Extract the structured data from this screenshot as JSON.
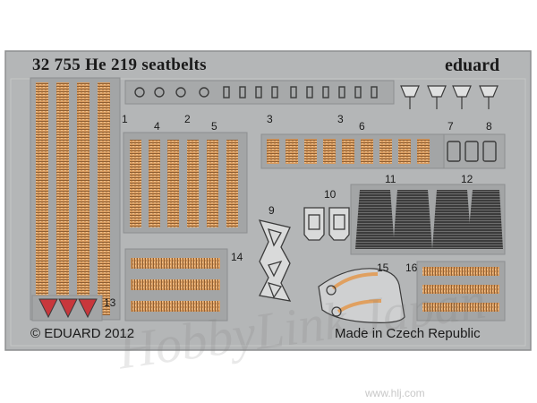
{
  "sheet": {
    "title": "32 755 He 219 seatbelts",
    "brand": "eduard",
    "copyright": "© EDUARD 2012",
    "origin": "Made in Czech Republic",
    "part_numbers": [
      "1",
      "2",
      "3",
      "3",
      "4",
      "5",
      "6",
      "7",
      "8",
      "9",
      "10",
      "11",
      "12",
      "13",
      "14",
      "15",
      "16"
    ]
  },
  "watermark": {
    "brand": "HobbyLink Japan",
    "url": "www.hlj.com"
  },
  "colors": {
    "fret": "#b4b6b7",
    "fret_edge": "#8d8f90",
    "brass_light": "#e2b27a",
    "brass_dark": "#9a6a3c",
    "steel": "#4a4a4a",
    "red": "#c8373c"
  }
}
